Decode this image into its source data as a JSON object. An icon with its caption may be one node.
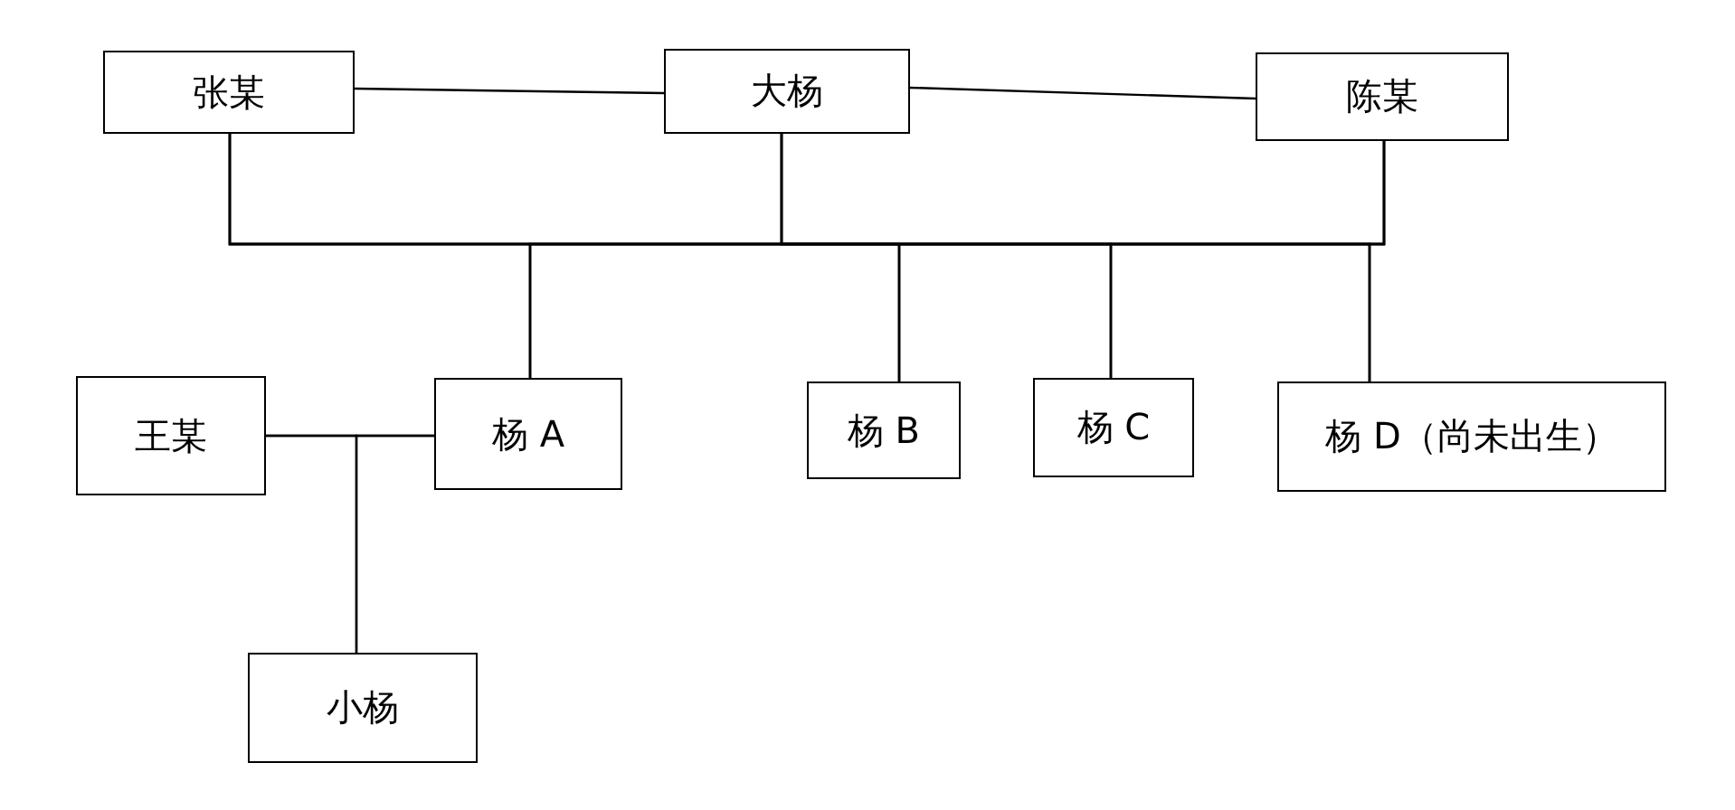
{
  "diagram": {
    "nodes": [
      {
        "text": [
          "张某"
        ]
      },
      {
        "text": [
          "大杨"
        ]
      },
      {
        "text": [
          "陈某"
        ]
      },
      {
        "text": [
          "王某"
        ]
      },
      {
        "text": [
          "杨 A"
        ]
      },
      {
        "text": [
          "杨 B"
        ]
      },
      {
        "text": [
          "杨 C"
        ]
      },
      {
        "text": [
          "杨 D（尚未出生）"
        ]
      },
      {
        "text": [
          "小杨"
        ]
      }
    ],
    "edges": [
      {
        "from": 0,
        "to": 1,
        "arrow": "none"
      },
      {
        "from": 1,
        "to": 2,
        "arrow": "none"
      },
      {
        "from": 0,
        "to": 4,
        "arrow": "none"
      },
      {
        "from": 0,
        "to": 5,
        "arrow": "none"
      },
      {
        "from": 0,
        "to": 6,
        "arrow": "none"
      },
      {
        "from": 0,
        "to": 7,
        "arrow": "none"
      },
      {
        "from": 1,
        "to": 4,
        "arrow": "none"
      },
      {
        "from": 1,
        "to": 5,
        "arrow": "none"
      },
      {
        "from": 1,
        "to": 6,
        "arrow": "none"
      },
      {
        "from": 1,
        "to": 7,
        "arrow": "none"
      },
      {
        "from": 2,
        "to": 4,
        "arrow": "none"
      },
      {
        "from": 2,
        "to": 5,
        "arrow": "none"
      },
      {
        "from": 2,
        "to": 6,
        "arrow": "none"
      },
      {
        "from": 2,
        "to": 7,
        "arrow": "none"
      },
      {
        "from": 3,
        "to": 4,
        "arrow": "none"
      },
      {
        "from": 3,
        "to": 8,
        "arrow": "none"
      },
      {
        "from": 4,
        "to": 8,
        "arrow": "none"
      }
    ]
  }
}
